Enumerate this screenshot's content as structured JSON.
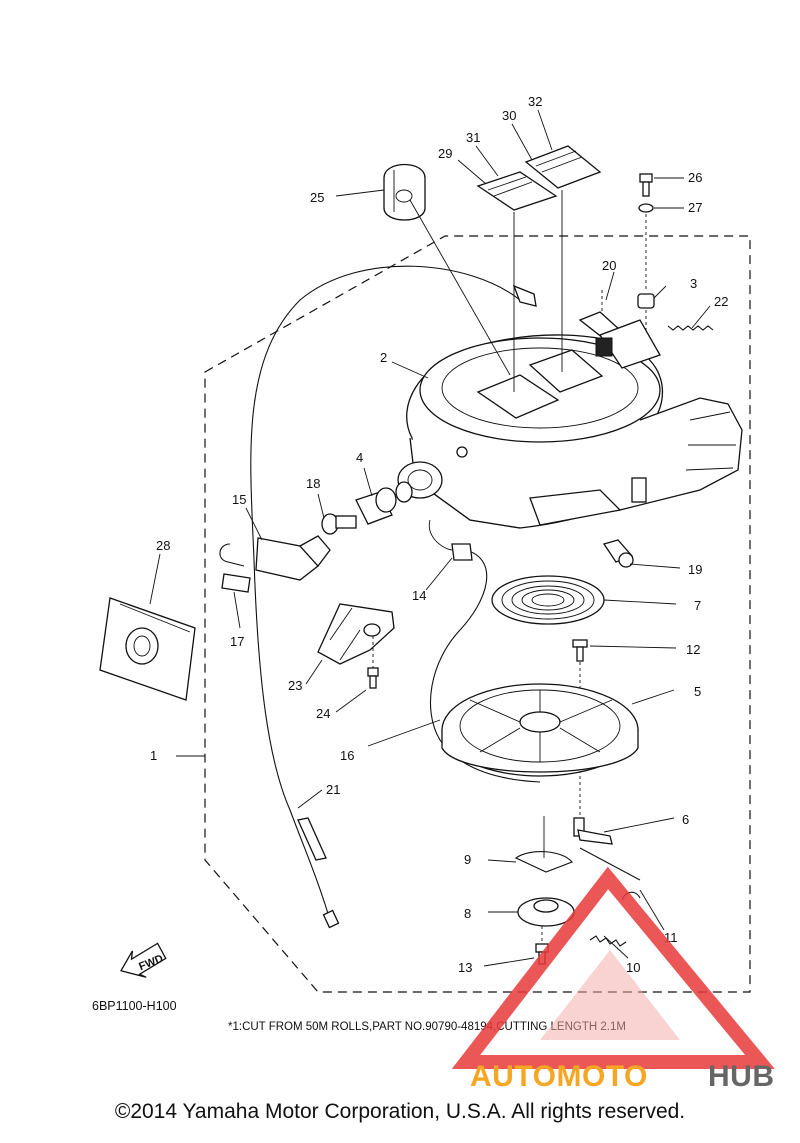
{
  "diagram": {
    "callouts": [
      "1",
      "2",
      "3",
      "4",
      "5",
      "6",
      "7",
      "8",
      "9",
      "10",
      "11",
      "12",
      "13",
      "14",
      "15",
      "16",
      "17",
      "18",
      "19",
      "20",
      "21",
      "22",
      "23",
      "24",
      "25",
      "26",
      "27",
      "28",
      "29",
      "30",
      "31",
      "32"
    ],
    "diagram_code": "6BP1100-H100",
    "footnote": "*1:CUT FROM 50M ROLLS,PART NO.90790-48194,CUTTING LENGTH 2.1M",
    "fwd_label": "FWD"
  },
  "watermark": {
    "text_a": "AUTOMOTO",
    "text_b": "HUB",
    "colors": {
      "orange": "#f5a623",
      "red": "#e8393a",
      "gray": "#666666"
    }
  },
  "copyright": "©2014 Yamaha Motor Corporation, U.S.A. All rights reserved."
}
